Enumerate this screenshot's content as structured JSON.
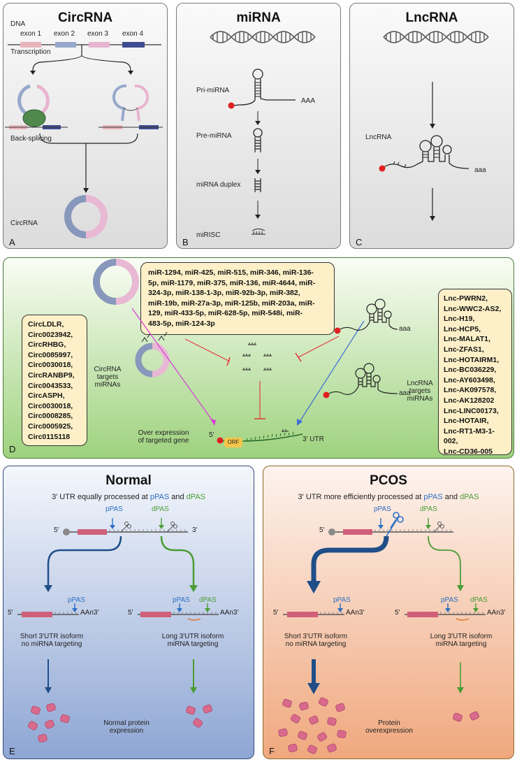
{
  "panelA": {
    "title": "CircRNA",
    "letter": "A",
    "dna_label": "DNA",
    "exons": [
      "exon 1",
      "exon 2",
      "exon 3",
      "exon 4"
    ],
    "transcription": "Transcription",
    "back_splicing": "Back-splicing",
    "circrna_label": "CircRNA",
    "colors": {
      "exon1": "#e8b4bc",
      "exon2": "#98a8cc",
      "exon3": "#e8b4d0",
      "exon4": "#404c90"
    }
  },
  "panelB": {
    "title": "miRNA",
    "letter": "B",
    "pri": "Pri-miRNA",
    "aaa": "AAA",
    "pre": "Pre-miRNA",
    "duplex": "miRNA duplex",
    "risc": "miRISC"
  },
  "panelC": {
    "title": "LncRNA",
    "letter": "C",
    "lnc": "LncRNA",
    "aaa": "aaa"
  },
  "panelD": {
    "letter": "D",
    "mirna_lines": [
      "miR-1294, miR-425, miR-515, miR-346, miR-136-",
      "5p, miR-1179, miR-375, miR-136, miR-4644, miR-",
      "324-3p, miR-138-1-3p, miR-92b-3p, miR-382,",
      "miR-19b, miR-27a-3p, miR-125b, miR-203a, miR-",
      "129, miR-433-5p, miR-628-5p, miR-548i, miR-",
      "483-5p, miR-124-3p"
    ],
    "circ_list": [
      "CircLDLR,",
      "Circ0023942,",
      "CircRHBG,",
      "Circ0085997,",
      "Circ0030018,",
      "CircRANBP9,",
      "Circ0043533,",
      "CircASPH,",
      "Circ0030018,",
      "Circ0008285,",
      "Circ0005925,",
      "Circ0115118"
    ],
    "lnc_list": [
      "Lnc-PWRN2,",
      "Lnc-WWC2-AS2,",
      "Lnc-H19,",
      "Lnc-HCP5,",
      "Lnc-MALAT1,",
      "Lnc-ZFAS1,",
      "Lnc-HOTAIRM1,",
      "Lnc-BC036229,",
      "Lnc-AY603498,",
      "Lnc-AK097578,",
      "Lnc-AK128202",
      "Lnc-LINC00173,",
      "Lnc-HOTAIR,",
      "Lnc-RT1-M3-1-002,",
      "Lnc-CD36-005"
    ],
    "circ_targets": [
      "CircRNA",
      "targets",
      "miRNAs"
    ],
    "lnc_targets": [
      "LncRNA",
      "targets",
      "miRNAs"
    ],
    "aaa": "aaa",
    "overexpr": [
      "Over expression",
      "of targeted gene"
    ],
    "five": "5'",
    "orf": "ORF",
    "utr": "3' UTR"
  },
  "panelE": {
    "title": "Normal",
    "letter": "E",
    "sub_a": "3' UTR equally processed at ",
    "sub_p": "pPAS",
    "sub_and": " and ",
    "sub_d": "dPAS",
    "ppas": "pPAS",
    "dpas": "dPAS",
    "five": "5'",
    "three": "3'",
    "aan": "AAn3'",
    "short": [
      "Short 3'UTR isoform",
      "no miRNA targeting"
    ],
    "long": [
      "Long 3'UTR isoform",
      "miRNA targeting"
    ],
    "protein": [
      "Normal protein",
      "expression"
    ]
  },
  "panelF": {
    "title": "PCOS",
    "letter": "F",
    "sub_a": "3' UTR more efficiently processed at ",
    "sub_p": "pPAS",
    "sub_and": " and ",
    "sub_d": "dPAS",
    "ppas": "pPAS",
    "dpas": "dPAS",
    "five": "5'",
    "aan": "AAn3'",
    "short": [
      "Short 3'UTR isoform",
      "no miRNA targeting"
    ],
    "long": [
      "Long 3'UTR isoform",
      "miRNA targeting"
    ],
    "protein": [
      "Protein",
      "overexpression"
    ]
  }
}
